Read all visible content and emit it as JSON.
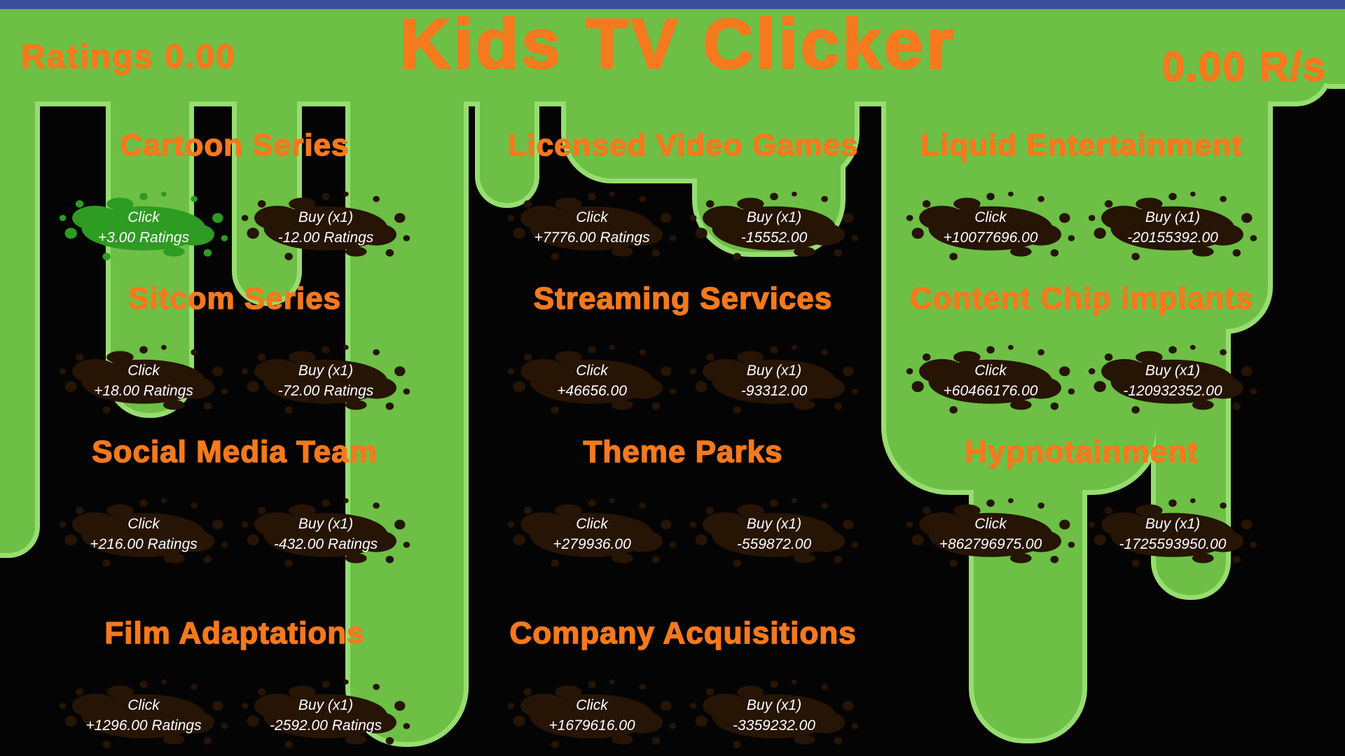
{
  "colors": {
    "bg": "#040404",
    "accent": "#f5791d",
    "slime": "#6dbf45",
    "slime-edge": "#97dd70",
    "splat-dark": "#261405",
    "splat-green": "#2e9b22",
    "topbar": "#3d4f9c",
    "btn-text": "#ffffff"
  },
  "header": {
    "ratings_counter": "Ratings 0.00",
    "title": "Kids TV Clicker",
    "rate_counter": "0.00 R/s"
  },
  "columns": [
    {
      "sections": [
        {
          "title": "Cartoon Series",
          "splat": "green",
          "click": {
            "line1": "Click",
            "line2": "+3.00 Ratings"
          },
          "buy": {
            "line1": "Buy (x1)",
            "line2": "-12.00 Ratings"
          }
        },
        {
          "title": "Sitcom Series",
          "splat": "dark",
          "click": {
            "line1": "Click",
            "line2": "+18.00 Ratings"
          },
          "buy": {
            "line1": "Buy (x1)",
            "line2": "-72.00 Ratings"
          }
        },
        {
          "title": "Social Media Team",
          "splat": "dark",
          "click": {
            "line1": "Click",
            "line2": "+216.00 Ratings"
          },
          "buy": {
            "line1": "Buy (x1)",
            "line2": "-432.00 Ratings"
          }
        },
        {
          "title": "Film Adaptations",
          "splat": "dark",
          "click": {
            "line1": "Click",
            "line2": "+1296.00 Ratings"
          },
          "buy": {
            "line1": "Buy (x1)",
            "line2": "-2592.00 Ratings"
          }
        }
      ]
    },
    {
      "sections": [
        {
          "title": "Licensed Video Games",
          "splat": "dark",
          "click": {
            "line1": "Click",
            "line2": "+7776.00 Ratings"
          },
          "buy": {
            "line1": "Buy (x1)",
            "line2": "-15552.00"
          }
        },
        {
          "title": "Streaming Services",
          "splat": "dark",
          "click": {
            "line1": "Click",
            "line2": "+46656.00"
          },
          "buy": {
            "line1": "Buy (x1)",
            "line2": "-93312.00"
          }
        },
        {
          "title": "Theme Parks",
          "splat": "dark",
          "click": {
            "line1": "Click",
            "line2": "+279936.00"
          },
          "buy": {
            "line1": "Buy (x1)",
            "line2": "-559872.00"
          }
        },
        {
          "title": "Company Acquisitions",
          "splat": "dark",
          "click": {
            "line1": "Click",
            "line2": "+1679616.00"
          },
          "buy": {
            "line1": "Buy (x1)",
            "line2": "-3359232.00"
          }
        }
      ]
    },
    {
      "sections": [
        {
          "title": "Liquid Entertainment",
          "splat": "dark",
          "click": {
            "line1": "Click",
            "line2": "+10077696.00"
          },
          "buy": {
            "line1": "Buy (x1)",
            "line2": "-20155392.00"
          }
        },
        {
          "title": "Content Chip implants",
          "splat": "dark",
          "click": {
            "line1": "Click",
            "line2": "+60466176.00"
          },
          "buy": {
            "line1": "Buy (x1)",
            "line2": "-120932352.00"
          }
        },
        {
          "title": "Hypnotainment",
          "splat": "dark",
          "click": {
            "line1": "Click",
            "line2": "+862796975.00"
          },
          "buy": {
            "line1": "Buy (x1)",
            "line2": "-1725593950.00"
          }
        }
      ]
    }
  ]
}
